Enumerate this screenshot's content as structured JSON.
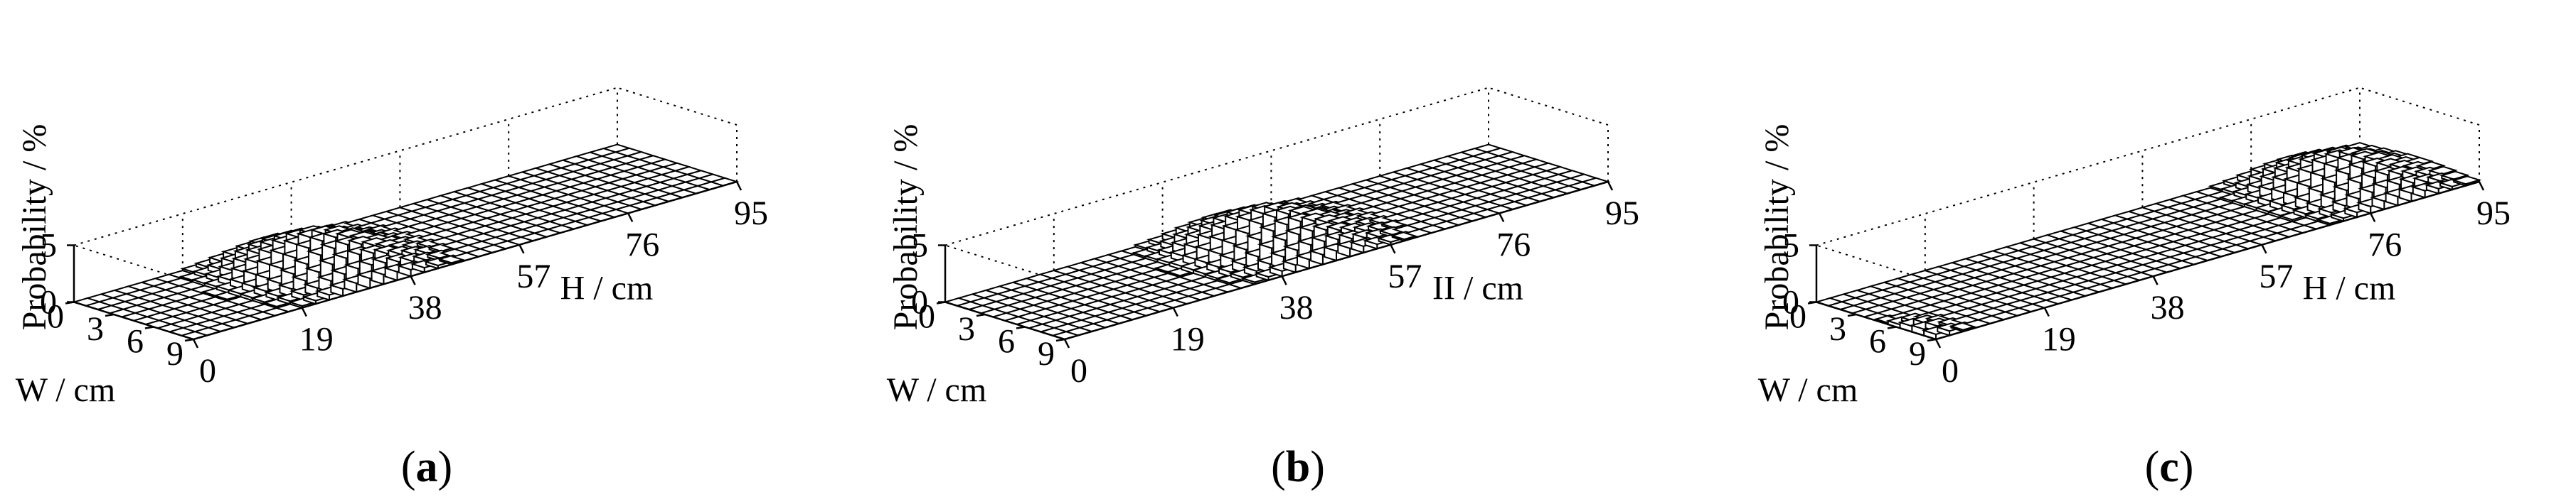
{
  "chart_data": [
    {
      "type": "3d-bar",
      "panel_label": "a",
      "xlabel": "H / cm",
      "ylabel": "W / cm",
      "zlabel": "Probability / %",
      "x_ticks": [
        "0",
        "19",
        "38",
        "57",
        "76",
        "95"
      ],
      "y_ticks": [
        "0",
        "3",
        "6",
        "9"
      ],
      "z_ticks": [
        "0",
        "5"
      ],
      "xlim": [
        0,
        95
      ],
      "ylim": [
        0,
        9
      ],
      "zlim": [
        0,
        5
      ],
      "grid": true,
      "peak": {
        "H": 33,
        "W": 4.5,
        "max_probability": 2.9,
        "spread_H": 7,
        "spread_W": 2.6
      }
    },
    {
      "type": "3d-bar",
      "panel_label": "b",
      "xlabel": "II / cm",
      "ylabel": "W / cm",
      "zlabel": "Probability / %",
      "x_ticks": [
        "0",
        "19",
        "38",
        "57",
        "76",
        "95"
      ],
      "y_ticks": [
        "0",
        "3",
        "6",
        "9"
      ],
      "z_ticks": [
        "0",
        "5"
      ],
      "xlim": [
        0,
        95
      ],
      "ylim": [
        0,
        9
      ],
      "zlim": [
        0,
        5
      ],
      "grid": true,
      "peak": {
        "H": 47,
        "W": 4.5,
        "max_probability": 2.9,
        "spread_H": 7,
        "spread_W": 2.6
      }
    },
    {
      "type": "3d-bar",
      "panel_label": "c",
      "xlabel": "H / cm",
      "ylabel": "W / cm",
      "zlabel": "Probability / %",
      "x_ticks": [
        "0",
        "19",
        "38",
        "57",
        "76",
        "95"
      ],
      "y_ticks": [
        "0",
        "3",
        "6",
        "9"
      ],
      "z_ticks": [
        "0",
        "5"
      ],
      "xlim": [
        0,
        95
      ],
      "ylim": [
        0,
        9
      ],
      "zlim": [
        0,
        5
      ],
      "grid": true,
      "peak": {
        "H": 82,
        "W": 4.5,
        "max_probability": 2.6,
        "spread_H": 6.5,
        "spread_W": 2.6
      },
      "secondary_peak": {
        "H": 2,
        "W": 1.5,
        "max_probability": 0.6,
        "spread_H": 2.5,
        "spread_W": 1.5
      }
    }
  ]
}
